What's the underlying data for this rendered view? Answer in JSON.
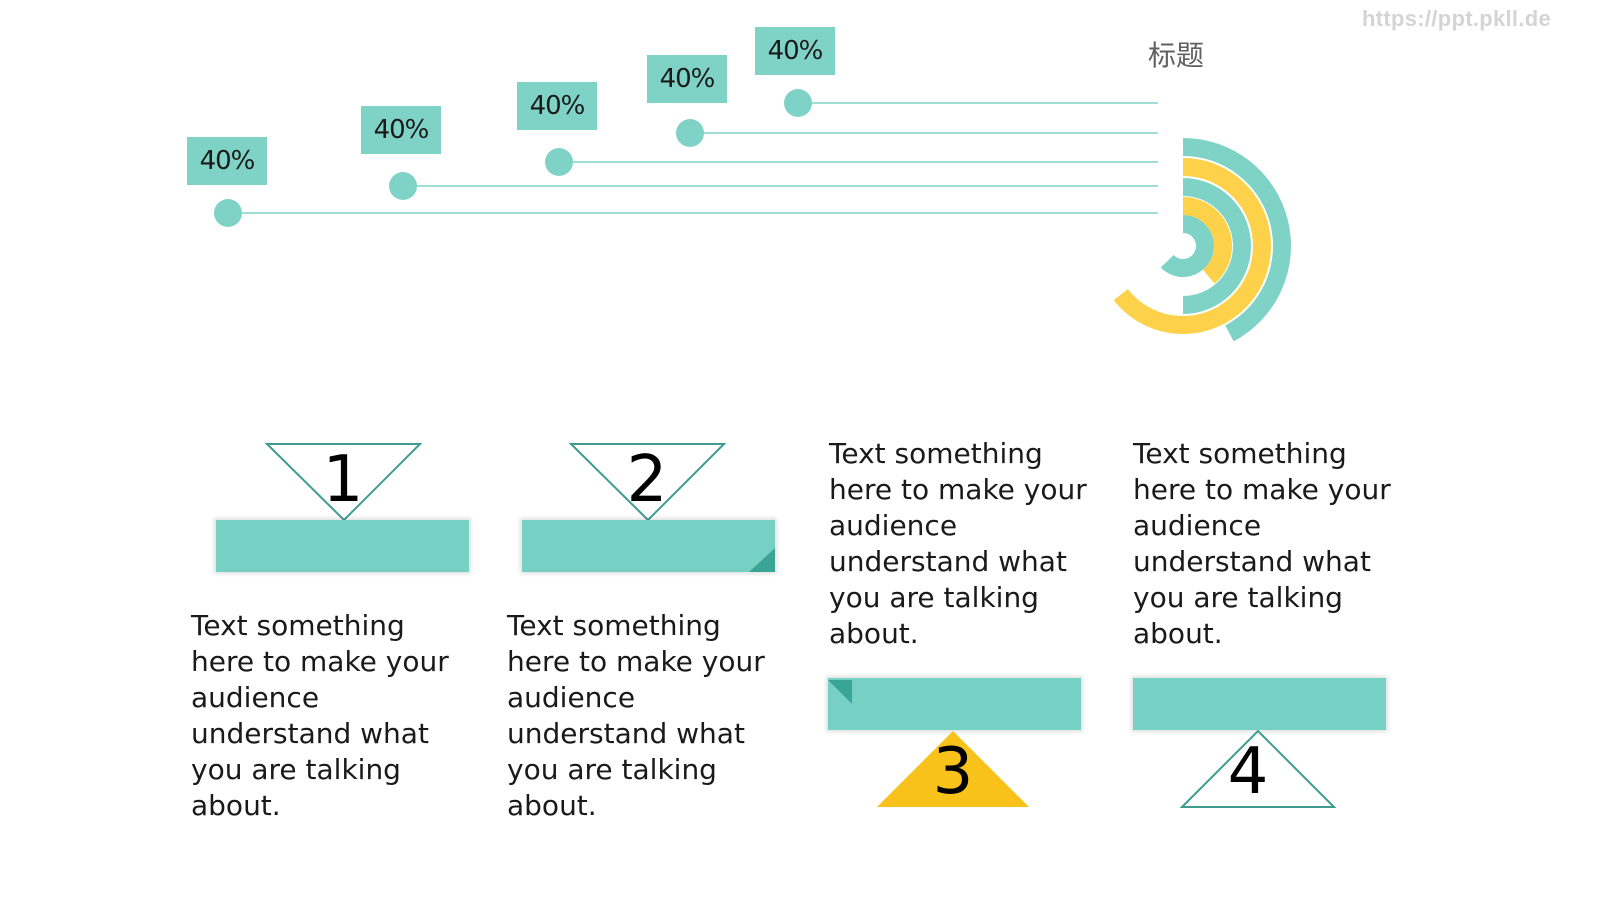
{
  "watermark": "https://ppt.pkll.de",
  "title": "标题",
  "colors": {
    "teal": "#7fd3c6",
    "teal_dark": "#3aa597",
    "yellow": "#fdd24a",
    "gold": "#f8c21b",
    "outline": "#3d9c8f"
  },
  "chart_data": {
    "type": "line",
    "labels": [
      "40%",
      "40%",
      "40%",
      "40%",
      "40%"
    ],
    "values": [
      40,
      40,
      40,
      40,
      40
    ],
    "rings": [
      {
        "color": "teal"
      },
      {
        "color": "yellow"
      },
      {
        "color": "teal"
      },
      {
        "color": "yellow"
      },
      {
        "color": "teal"
      }
    ]
  },
  "steps": [
    {
      "number": "1",
      "text": "Text something here to make your audience understand what you are talking about."
    },
    {
      "number": "2",
      "text": "Text something here to make your audience understand what you are talking about."
    },
    {
      "number": "3",
      "text": "Text something here to make your audience understand what you are talking about."
    },
    {
      "number": "4",
      "text": "Text something here to make your audience understand what you are talking about."
    }
  ]
}
